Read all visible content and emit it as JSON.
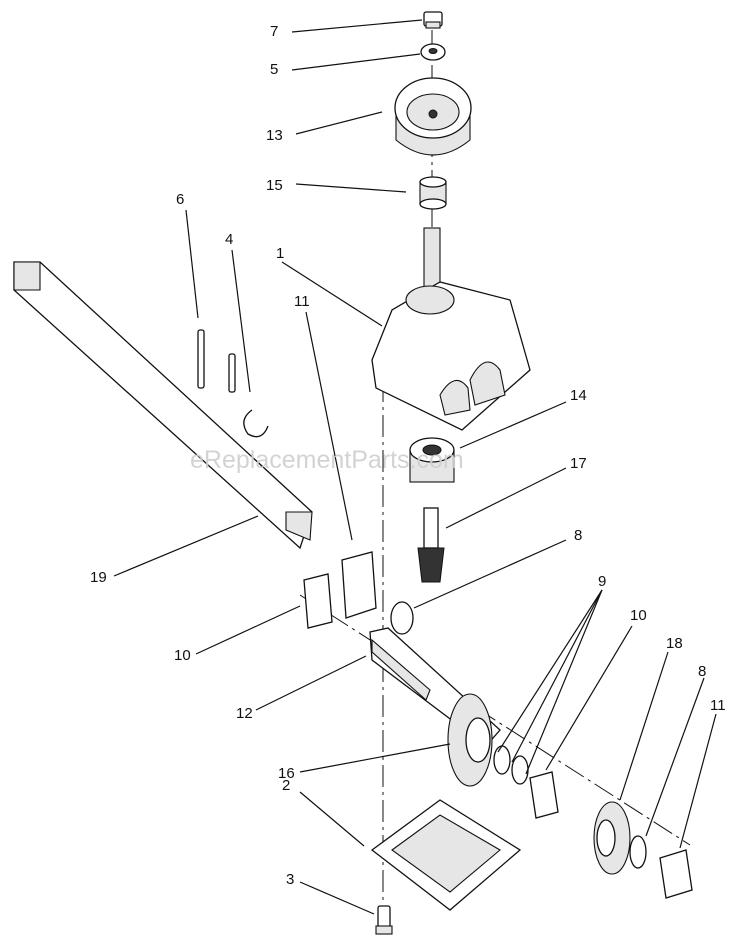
{
  "watermark": "eReplacementParts.com",
  "callouts": [
    "7",
    "5",
    "13",
    "15",
    "6",
    "4",
    "1",
    "11",
    "14",
    "17",
    "8",
    "19",
    "10",
    "9",
    "12",
    "16",
    "18",
    "2",
    "3"
  ]
}
